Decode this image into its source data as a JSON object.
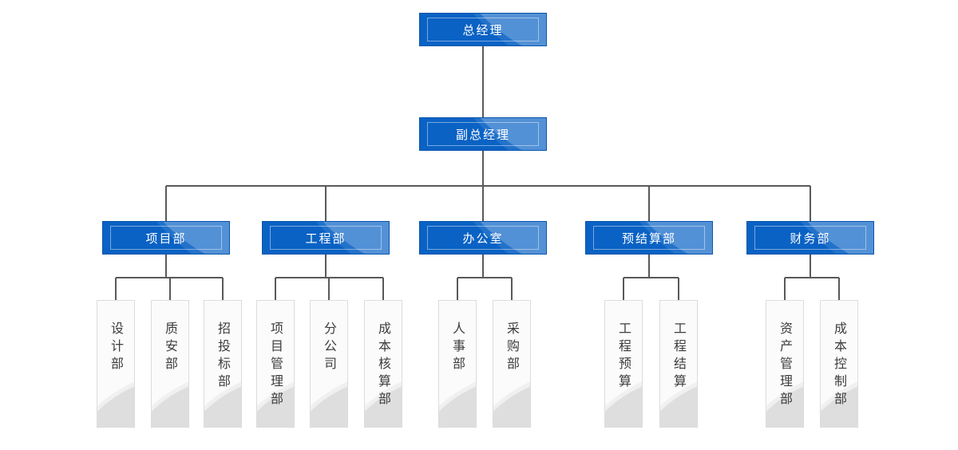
{
  "org": {
    "gm_label": "总经理",
    "dgm_label": "副总经理",
    "departments": [
      {
        "label": "项目部",
        "children": [
          "设计部",
          "质安部",
          "招投标部"
        ]
      },
      {
        "label": "工程部",
        "children": [
          "项目管理部",
          "分公司",
          "成本核算部"
        ]
      },
      {
        "label": "办公室",
        "children": [
          "人事部",
          "采购部"
        ]
      },
      {
        "label": "预结算部",
        "children": [
          "工程预算",
          "工程结算"
        ]
      },
      {
        "label": "财务部",
        "children": [
          "资产管理部",
          "成本控制部"
        ]
      }
    ]
  },
  "colors": {
    "node_fill": "#0a62c4",
    "node_text": "#ffffff",
    "connector": "#58595b",
    "leaf_background": "#fbfbfb",
    "leaf_border": "#dcdcdc",
    "leaf_text": "#3d3d3d"
  }
}
